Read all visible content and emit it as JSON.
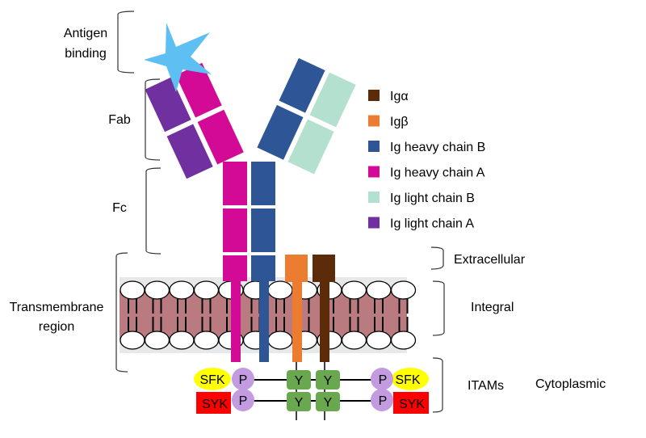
{
  "colors": {
    "ig_alpha": "#5c2b0a",
    "ig_beta": "#ec7c30",
    "heavy_b": "#2e5596",
    "heavy_a": "#d20a96",
    "light_b": "#b4e0cf",
    "light_a": "#7030a0",
    "antigen": "#5dbff2",
    "membrane": "#b97a80",
    "membrane_edge": "#e6e8e9",
    "itam": "#6aa84f",
    "phospho": "#c39be0",
    "sfk": "#ffff00",
    "syk": "#ff0000"
  },
  "left_labels": {
    "antigen_binding": [
      "Antigen",
      "binding"
    ],
    "fab": "Fab",
    "fc": "Fc",
    "transmembrane": [
      "Transmembrane",
      "region"
    ]
  },
  "right_labels": {
    "extracellular": "Extracellular",
    "integral": "Integral",
    "itams": "ITAMs",
    "cytoplasmic": "Cytoplasmic"
  },
  "legend": [
    {
      "label": "Igα",
      "color_key": "ig_alpha"
    },
    {
      "label": "Igβ",
      "color_key": "ig_beta"
    },
    {
      "label": "Ig heavy chain B",
      "color_key": "heavy_b"
    },
    {
      "label": "Ig heavy chain A",
      "color_key": "heavy_a"
    },
    {
      "label": "Ig light chain B",
      "color_key": "light_b"
    },
    {
      "label": "Ig light chain A",
      "color_key": "light_a"
    }
  ],
  "cytoplasmic": {
    "sfk": "SFK",
    "syk": "SYK",
    "phospho": "P",
    "tyrosine": "Y"
  }
}
